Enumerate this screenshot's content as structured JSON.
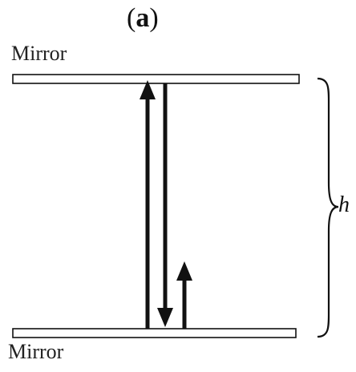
{
  "figure": {
    "panel_open": "(",
    "panel_letter": "a",
    "panel_close": ")",
    "top_mirror_label": "Mirror",
    "bottom_mirror_label": "Mirror",
    "height_label": "h"
  },
  "colors": {
    "ink": "#111111",
    "mirror_fill": "#ffffff"
  }
}
